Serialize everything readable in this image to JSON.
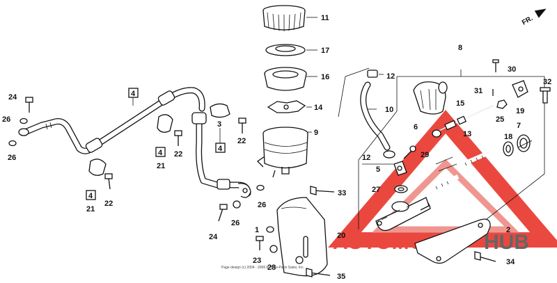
{
  "diagram": {
    "direction_label": "FR.",
    "copyright": "Page design (c) 2004 - 2006 by Bike-Parts Sales, Inc.",
    "watermark": {
      "brand_part1": "AUTOMOTO",
      "brand_part2": "HUB",
      "color_primary": "#e8352b",
      "color_secondary": "#ef8b85"
    },
    "labels": {
      "p1": "1",
      "p2": "2",
      "p3": "3",
      "p4a": "4",
      "p4b": "4",
      "p4c": "4",
      "p4d": "4",
      "p5": "5",
      "p6": "6",
      "p7": "7",
      "p8": "8",
      "p9": "9",
      "p10": "10",
      "p11": "11",
      "p12a": "12",
      "p12b": "12",
      "p13": "13",
      "p14": "14",
      "p15": "15",
      "p16": "16",
      "p17": "17",
      "p18": "18",
      "p19": "19",
      "p20": "20",
      "p21a": "21",
      "p21b": "21",
      "p22a": "22",
      "p22b": "22",
      "p22c": "22",
      "p23": "23",
      "p24a": "24",
      "p24b": "24",
      "p25": "25",
      "p26a": "26",
      "p26b": "26",
      "p26c": "26",
      "p26d": "26",
      "p27": "27",
      "p28": "28",
      "p29": "29",
      "p30": "30",
      "p31": "31",
      "p32": "32",
      "p33": "33",
      "p34": "34",
      "p35": "35"
    }
  }
}
